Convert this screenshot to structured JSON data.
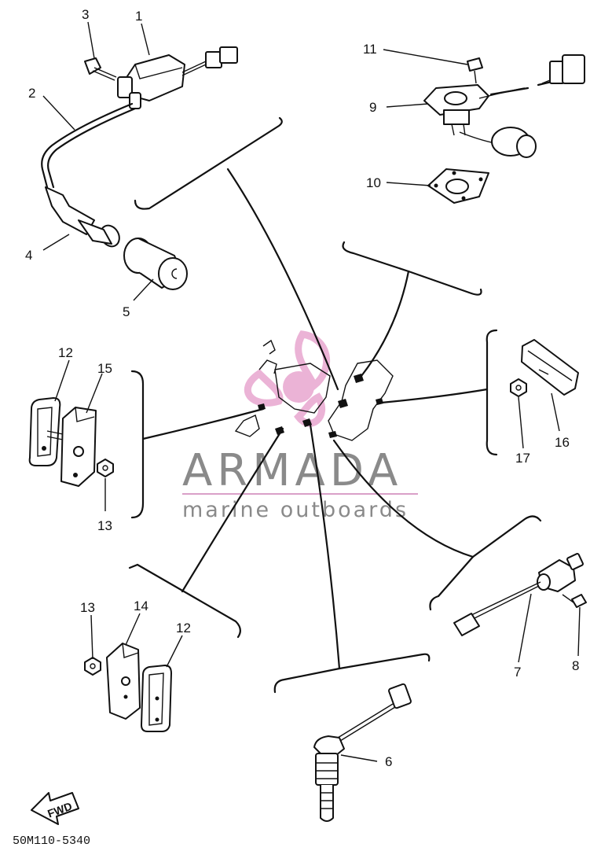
{
  "labels": {
    "p1": "1",
    "p2": "2",
    "p3": "3",
    "p4": "4",
    "p5": "5",
    "p6": "6",
    "p7": "7",
    "p8": "8",
    "p9": "9",
    "p10": "10",
    "p11": "11",
    "p12a": "12",
    "p12b": "12",
    "p13a": "13",
    "p13b": "13",
    "p14": "14",
    "p15": "15",
    "p16": "16",
    "p17": "17"
  },
  "fwd_label": "FWD",
  "part_code": "50M110-5340",
  "watermark": {
    "brand": "ARMADA",
    "tagline": "marine outboards",
    "colors": {
      "logo": "#e8a6cf",
      "text": "#8a8a8a",
      "rule": "#d9a0c8"
    }
  }
}
